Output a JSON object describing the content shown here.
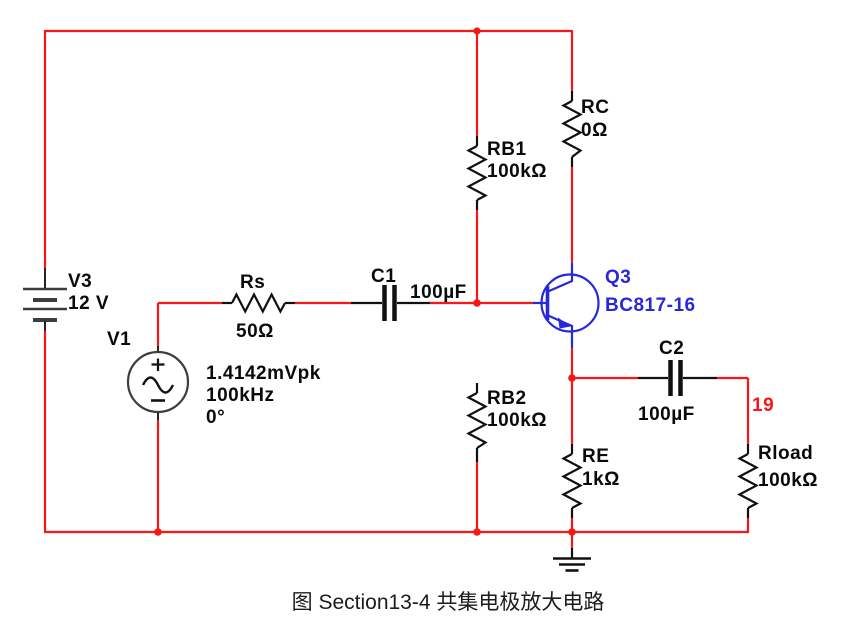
{
  "figure": {
    "caption": "图 Section13-4 共集电极放大电路"
  },
  "colors": {
    "wire": "#f81616",
    "component_stroke": "#111111",
    "source_stroke": "#3d3d3d",
    "transistor": "#2727dd",
    "node_number": "#f81616",
    "label_text": "#0a0a0a"
  },
  "components": {
    "v3": {
      "name": "V3",
      "value": "12 V"
    },
    "v1": {
      "name": "V1",
      "value_line1": "1.4142mVpk",
      "value_line2": "100kHz",
      "value_line3": "0°"
    },
    "rs": {
      "name": "Rs",
      "value": "50Ω"
    },
    "c1": {
      "name": "C1",
      "value": "100µF"
    },
    "rb1": {
      "name": "RB1",
      "value": "100kΩ"
    },
    "rb2": {
      "name": "RB2",
      "value": "100kΩ"
    },
    "rc": {
      "name": "RC",
      "value": "0Ω"
    },
    "q3": {
      "name": "Q3",
      "value": "BC817-16"
    },
    "c2": {
      "name": "C2",
      "value": "100µF"
    },
    "re": {
      "name": "RE",
      "value": "1kΩ"
    },
    "rload": {
      "name": "Rload",
      "value": "100kΩ"
    }
  },
  "nodes": {
    "output_node": "19"
  }
}
